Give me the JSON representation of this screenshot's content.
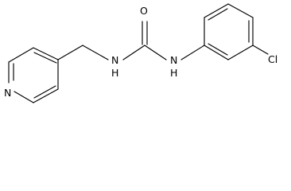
{
  "diagram": {
    "atom_labels": {
      "oxygen": "O",
      "nh_left": "N",
      "h_left": "H",
      "nh_right": "N",
      "h_right": "H",
      "pyridine_nitrogen": "N",
      "chlorine": "Cl"
    },
    "colors": {
      "bond": "#000000",
      "label": "#000000",
      "background": "#ffffff"
    }
  }
}
